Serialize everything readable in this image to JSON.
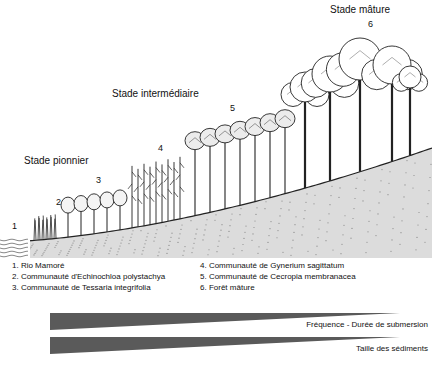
{
  "diagram": {
    "labels": [
      "Stade mâture",
      "6",
      "Stade intermédiaire",
      "5",
      "4",
      "Stade pionnier",
      "3",
      "2",
      "1",
      "1. Rio Mamoré",
      "2. Communauté d'Echinochloa polystachya",
      "3. Communauté de Tessaria integrifolia",
      "4. Communauté de Gynerium sagittatum",
      "5. Communauté de Cecropia membranacea",
      "6. Forêt mâture",
      "Fréquence - Durée de submersion",
      "Taille des sédiments"
    ]
  }
}
